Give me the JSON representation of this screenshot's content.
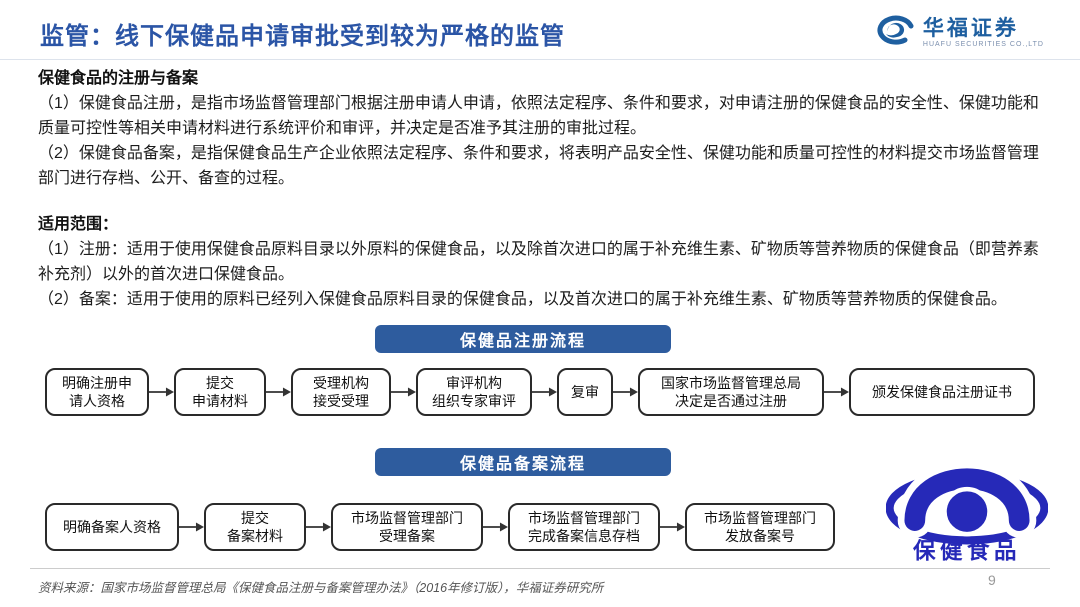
{
  "header": {
    "title": "监管：线下保健品申请审批受到较为严格的监管",
    "brand": {
      "name": "华福证券",
      "subtitle": "HUAFU SECURITIES CO.,LTD"
    }
  },
  "sections": {
    "definition": {
      "heading": "保健食品的注册与备案",
      "para1": "（1）保健食品注册，是指市场监督管理部门根据注册申请人申请，依照法定程序、条件和要求，对申请注册的保健食品的安全性、保健功能和质量可控性等相关申请材料进行系统评价和审评，并决定是否准予其注册的审批过程。",
      "para2": "（2）保健食品备案，是指保健食品生产企业依照法定程序、条件和要求，将表明产品安全性、保健功能和质量可控性的材料提交市场监督管理部门进行存档、公开、备查的过程。"
    },
    "scope": {
      "heading": "适用范围：",
      "para1": "（1）注册：适用于使用保健食品原料目录以外原料的保健食品，以及除首次进口的属于补充维生素、矿物质等营养物质的保健食品（即营养素补充剂）以外的首次进口保健食品。",
      "para2": "（2）备案：适用于使用的原料已经列入保健食品原料目录的保健食品，以及首次进口的属于补充维生素、矿物质等营养物质的保健食品。"
    }
  },
  "flows": {
    "registration": {
      "banner": "保健品注册流程",
      "steps": [
        "明确注册申\n请人资格",
        "提交\n申请材料",
        "受理机构\n接受受理",
        "审评机构\n组织专家审评",
        "复审",
        "国家市场监督管理总局\n决定是否通过注册",
        "颁发保健食品注册证书"
      ]
    },
    "filing": {
      "banner": "保健品备案流程",
      "steps": [
        "明确备案人资格",
        "提交\n备案材料",
        "市场监督管理部门\n受理备案",
        "市场监督管理部门\n完成备案信息存档",
        "市场监督管理部门\n发放备案号"
      ]
    }
  },
  "stamp": {
    "label": "保健食品"
  },
  "footer": {
    "source": "资料来源：国家市场监督管理总局《保健食品注册与备案管理办法》（2016年修订版），华福证券研究所",
    "page_number": "9"
  },
  "colors": {
    "title_blue": "#2b55a6",
    "banner_blue": "#2e5c9e",
    "brand_blue": "#1e5fa0",
    "stamp_blue": "#2629b8",
    "box_border": "#2a2a2a"
  }
}
